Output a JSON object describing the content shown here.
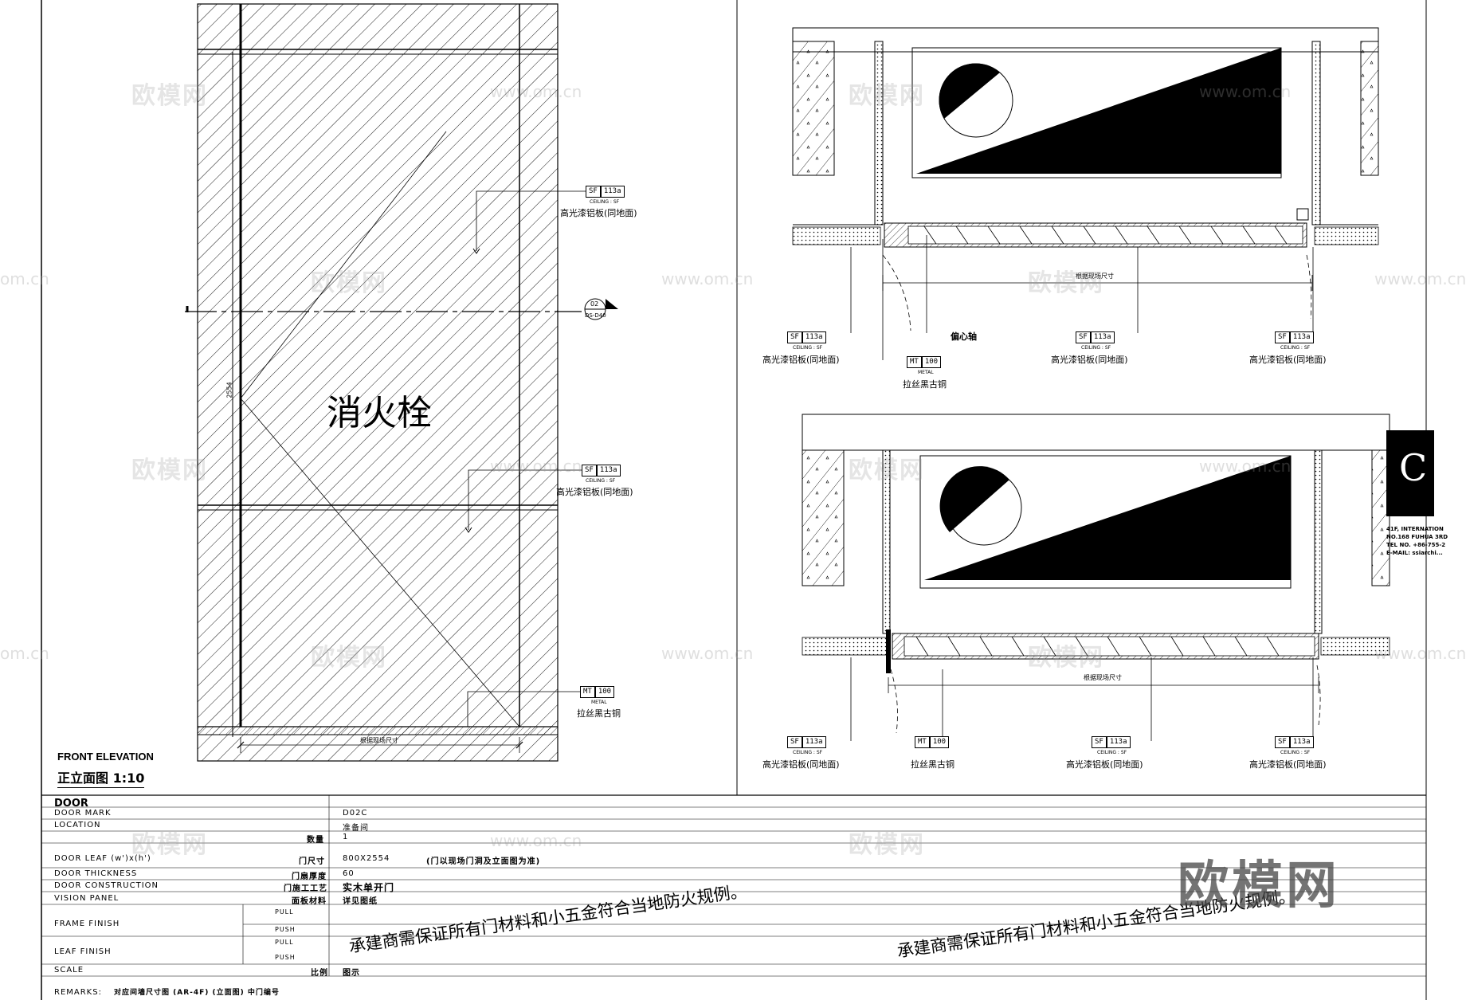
{
  "elevation": {
    "fire_label": "消火栓",
    "title_en": "FRONT ELEVATION",
    "title_cn": "正立面图 1:10",
    "dim_bottom": "根据现场尺寸",
    "dim_side": "2554",
    "section_marker_top": "02",
    "section_marker_bottom": "DS-D40",
    "tag_sf_code": "SF",
    "tag_sf_num": "113a",
    "tag_sf_sub": "CEILING : SF",
    "tag_sf_desc": "高光漆铝板(同地面)",
    "tag_mt_code": "MT",
    "tag_mt_num": "100",
    "tag_mt_sub": "METAL",
    "tag_mt_desc": "拉丝黑古铜"
  },
  "plan_top": {
    "dim": "根据现场尺寸",
    "pivot": "偏心轴"
  },
  "plan_bottom": {
    "dim": "根据现场尺寸"
  },
  "logo_block": {
    "letter": "C",
    "line1": "41F, INTERNATION",
    "line2": "NO.168 FUHUA 3RD",
    "line3": "TEL NO. +86-755-2",
    "line4": "E-MAIL: ssiarchi..."
  },
  "title_block": {
    "header": "DOOR",
    "rows": [
      {
        "en": "DOOR MARK",
        "cn": "",
        "value": "D02C"
      },
      {
        "en": "LOCATION",
        "cn": "",
        "value": "准备间"
      },
      {
        "en": "",
        "cn": "数量",
        "value": "1"
      },
      {
        "en": "DOOR LEAF (w')x(h')",
        "cn": "门尺寸",
        "value": "800X2554",
        "note": "(门以现场门洞及立面图为准)"
      },
      {
        "en": "DOOR THICKNESS",
        "cn": "门扇厚度",
        "value": "60"
      },
      {
        "en": "DOOR CONSTRUCTION",
        "cn": "门施工工艺",
        "value": "实木单开门"
      },
      {
        "en": "VISION PANEL",
        "cn": "面板材料",
        "value": "详见图纸"
      },
      {
        "en": "FRAME FINISH",
        "cn": "",
        "value": ""
      },
      {
        "en": "LEAF FINISH",
        "cn": "",
        "value": ""
      },
      {
        "en": "SCALE",
        "cn": "比例",
        "value": "图示"
      },
      {
        "en": "REMARKS:",
        "cn": "",
        "value": "对应间墙尺寸图 (AR-4F) (立面图) 中门编号"
      }
    ],
    "pull": "PULL",
    "push": "PUSH",
    "statement": "承建商需保证所有门材料和小五金符合当地防火规例。"
  },
  "watermarks": {
    "brand": "欧模网",
    "url": "www.om.cn",
    "url_short": "om.cn"
  }
}
